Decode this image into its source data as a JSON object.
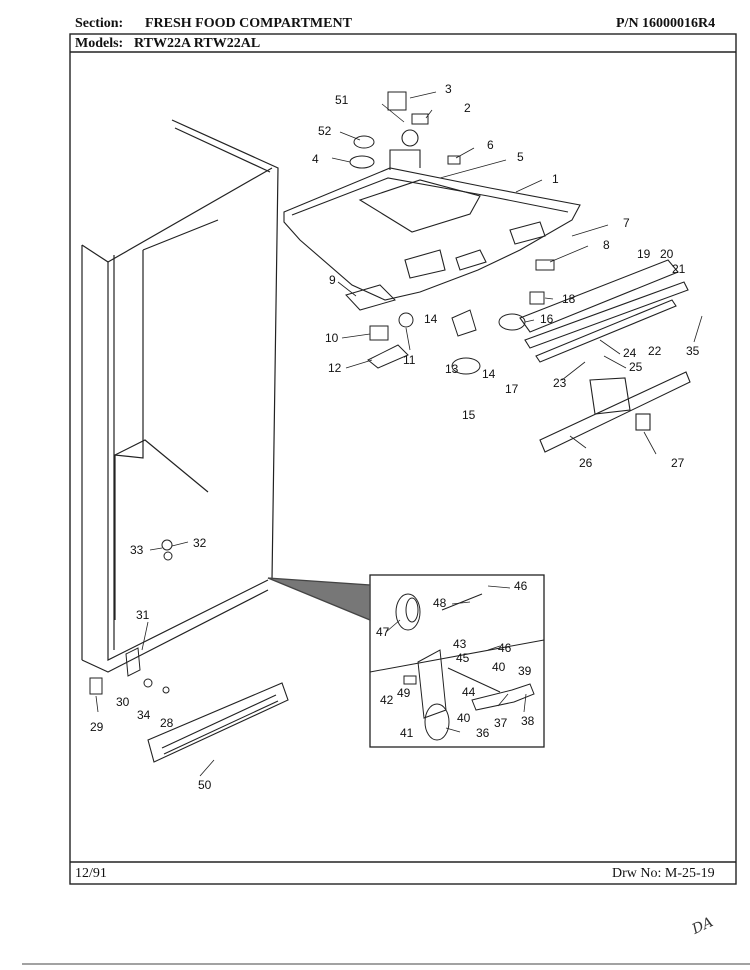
{
  "header": {
    "section_label": "Section:",
    "section_value": "FRESH FOOD COMPARTMENT",
    "part_number": "P/N 16000016R4",
    "models_label": "Models:",
    "models_value": "RTW22A  RTW22AL"
  },
  "footer": {
    "date": "12/91",
    "drawing_number": "Drw No: M-25-19"
  },
  "handwritten_mark": "DA",
  "callouts": [
    "51",
    "3",
    "2",
    "52",
    "4",
    "6",
    "5",
    "1",
    "7",
    "8",
    "19",
    "20",
    "21",
    "9",
    "18",
    "14",
    "16",
    "10",
    "22",
    "35",
    "12",
    "11",
    "13",
    "14",
    "17",
    "24",
    "23",
    "25",
    "15",
    "26",
    "27",
    "33",
    "32",
    "46",
    "48",
    "47",
    "31",
    "43",
    "45",
    "46",
    "40",
    "39",
    "42",
    "49",
    "44",
    "30",
    "34",
    "28",
    "29",
    "41",
    "40",
    "37",
    "38",
    "36",
    "50"
  ]
}
